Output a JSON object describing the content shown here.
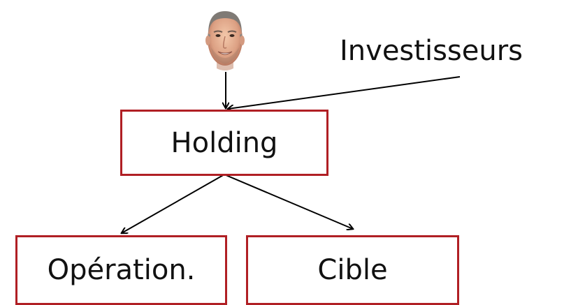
{
  "diagram": {
    "nodes": {
      "investisseurs": "Investisseurs",
      "holding": "Holding",
      "operation": "Opération.",
      "cible": "Cible"
    },
    "person": {
      "icon": "person-portrait-icon"
    },
    "colors": {
      "box_border": "#b01f24",
      "text": "#111111",
      "arrow": "#000000"
    }
  }
}
